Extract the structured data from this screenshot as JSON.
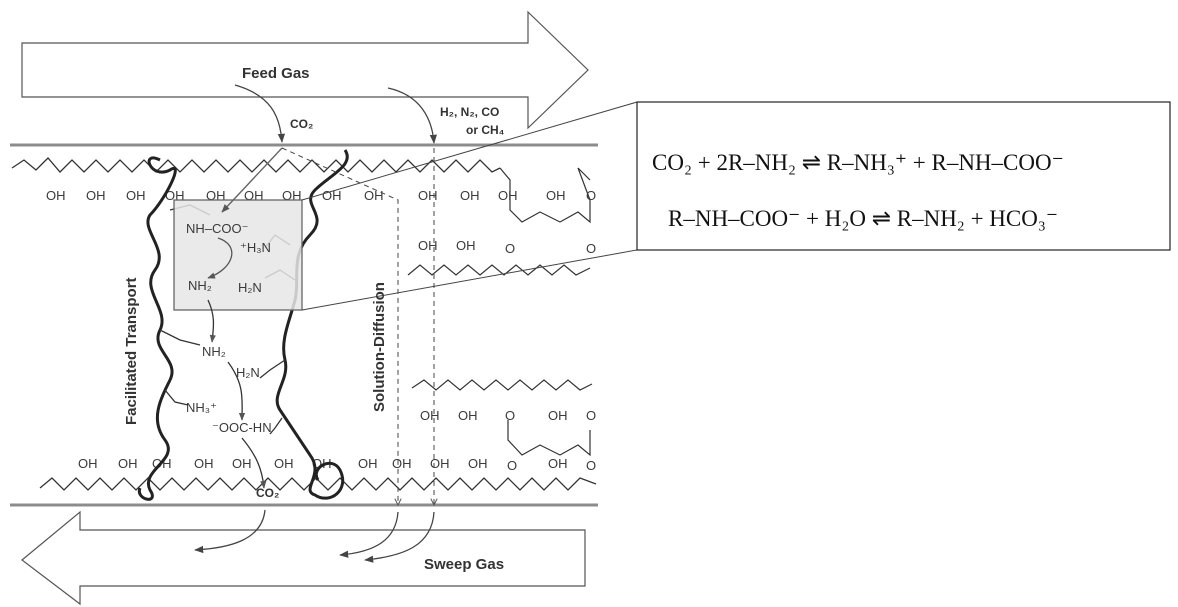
{
  "labels": {
    "feed_gas": "Feed Gas",
    "sweep_gas": "Sweep Gas",
    "co2_in": "CO₂",
    "other_gases_line1": "H₂, N₂, CO",
    "other_gases_line2": "or CH₄",
    "facilitated_transport": "Facilitated Transport",
    "solution_diffusion": "Solution-Diffusion",
    "co2_out": "CO₂"
  },
  "species": {
    "nh_coo": "NH–COO⁻",
    "h3n_plus": "⁺H₃N",
    "nh2_a": "NH₂",
    "h2n_a": "H₂N",
    "nh2_b": "NH₂",
    "h2n_b": "H₂N",
    "nh3_plus": "NH₃⁺",
    "ooc_hn": "⁻OOC-HN"
  },
  "oh_label": "OH",
  "o_label": "O",
  "equations": {
    "eq1": "CO₂ + 2R–NH₂ ⇌ R–NH₃⁺ + R–NH–COO⁻",
    "eq2": "R–NH–COO⁻ + H₂O ⇌ R–NH₂ + HCO₃⁻"
  },
  "colors": {
    "membrane_line": "#8c8c8c",
    "arrow_outline": "#555555",
    "zoom_box_fill": "#e6e6e6",
    "chain": "#333333",
    "text": "#333333"
  }
}
